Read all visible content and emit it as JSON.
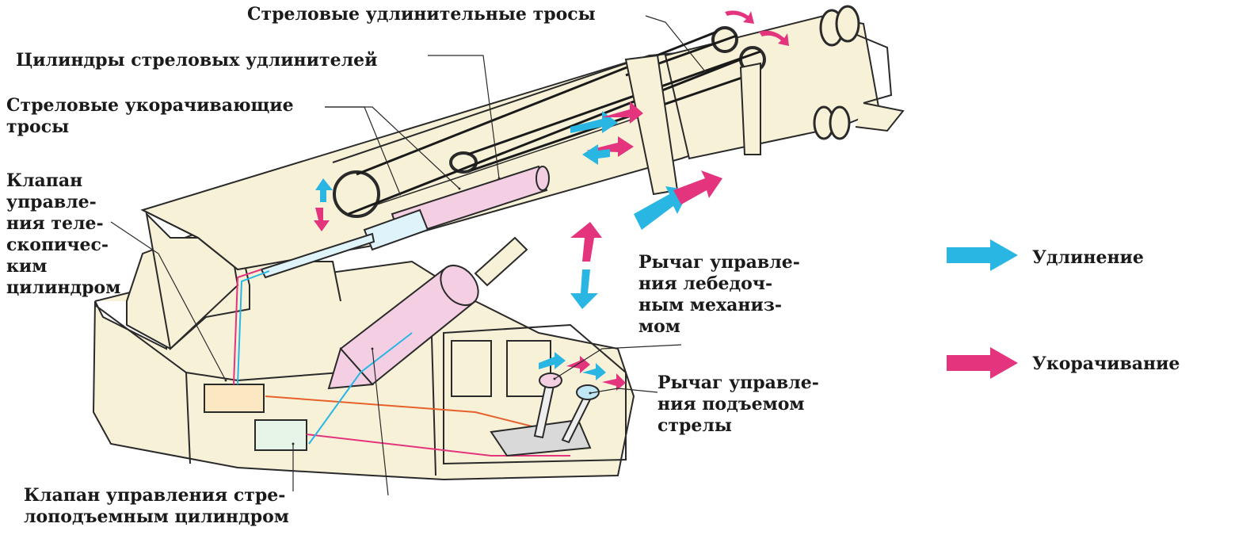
{
  "labels": {
    "extension_cables": "Стреловые удлинительные тросы",
    "extension_cylinders": "Цилиндры стреловых удлинителей",
    "retraction_cables": "Стреловые укорачивающие\nтросы",
    "telescopic_valve": "Клапан\nуправле-\nния теле-\nскопичес-\nким цилиндром",
    "winch_lever": "Рычаг управле-\nния лебедоч-\nным механиз-\nмом",
    "boom_lift_lever": "Рычаг управле-\nния подъемом\nстрелы",
    "boom_lift_valve": "Клапан управления стре-\nлоподъемным цилиндром"
  },
  "legend": {
    "extend": "Удлинение",
    "retract": "Укорачивание"
  },
  "colors": {
    "body": "#f7f1d8",
    "outline": "#2a2a2a",
    "extend": "#29b6e3",
    "retract": "#e4347e",
    "cylinder": "#f4cfe3",
    "hose_orange": "#e8602a"
  }
}
